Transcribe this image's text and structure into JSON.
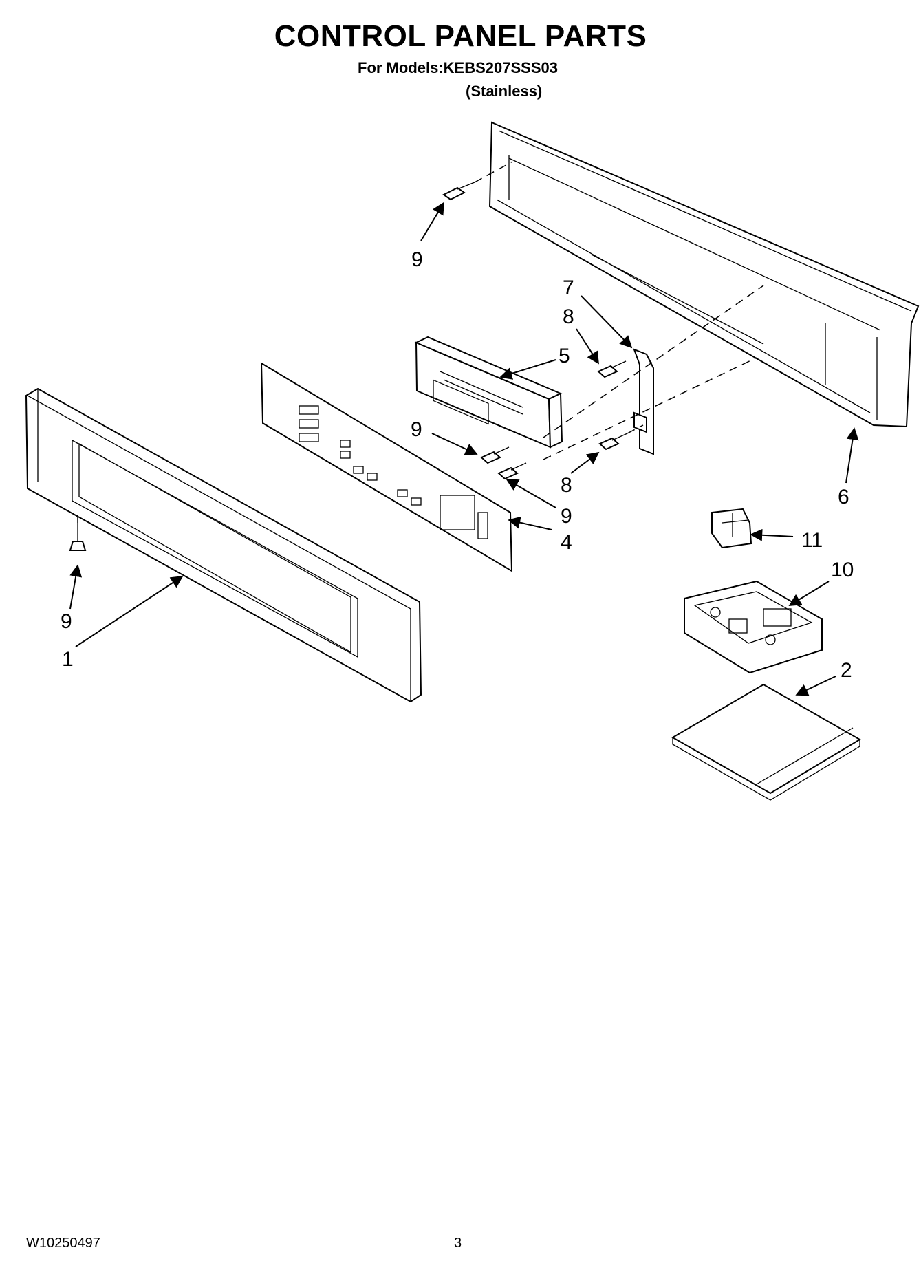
{
  "header": {
    "title": "CONTROL PANEL PARTS",
    "models": "For Models:KEBS207SSS03",
    "variant": "(Stainless)"
  },
  "callouts": {
    "c1": "1",
    "c2": "2",
    "c4": "4",
    "c5": "5",
    "c6": "6",
    "c7": "7",
    "c8a": "8",
    "c8b": "8",
    "c9a": "9",
    "c9b": "9",
    "c9c": "9",
    "c9d": "9",
    "c10": "10",
    "c11": "11"
  },
  "footer": {
    "doc_number": "W10250497",
    "page_number": "3"
  }
}
